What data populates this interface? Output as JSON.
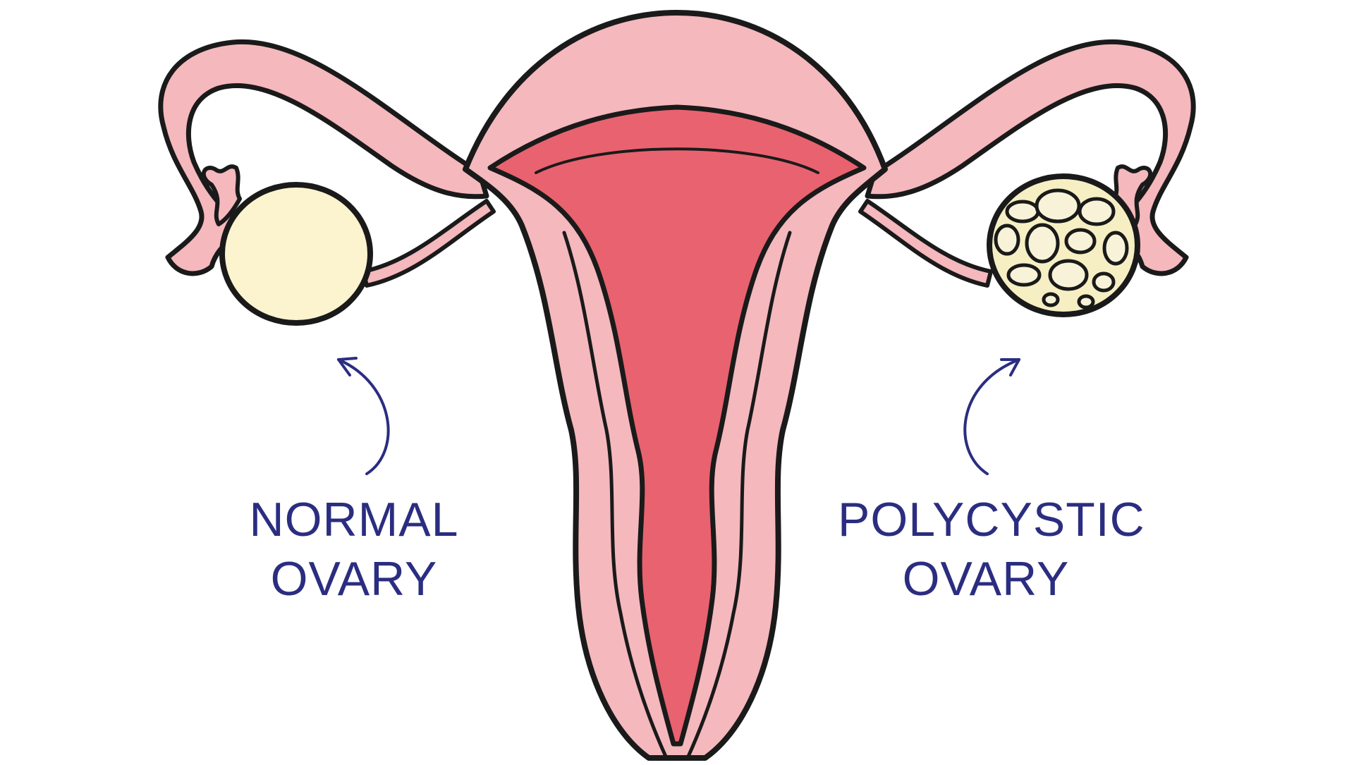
{
  "labels": {
    "normal": {
      "line1": "NORMAL",
      "line2": "OVARY"
    },
    "polycystic": {
      "line1": "POLYCYSTIC",
      "line2": "OVARY"
    }
  },
  "colors": {
    "outline": "#1a1a1a",
    "uterus_outer": "#f4b8bd",
    "uterus_inner": "#e9626f",
    "normal_ovary": "#fbf4cf",
    "cyst_ovary": "#f6efc3",
    "label_text": "#2b2d80",
    "arrow": "#2b2d80"
  },
  "icons": {
    "normal_arrow": "curved-arrow-icon",
    "polycystic_arrow": "curved-arrow-icon"
  }
}
